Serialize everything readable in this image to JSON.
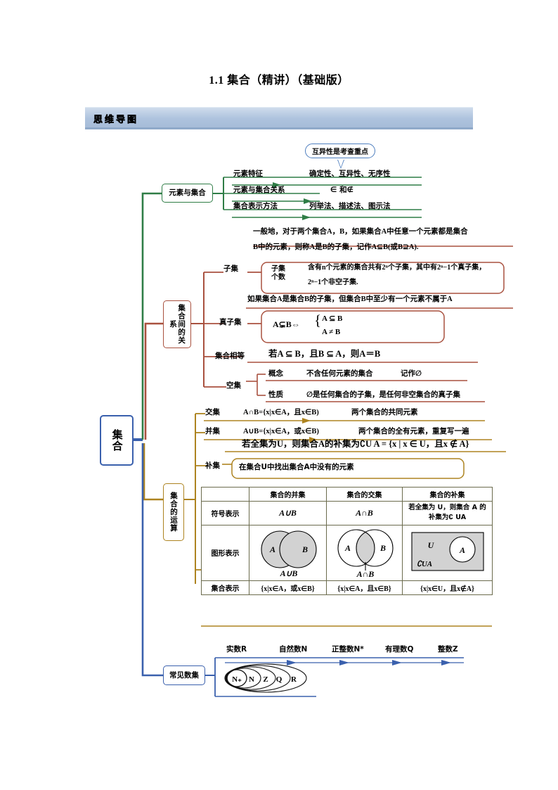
{
  "document": {
    "title": "1.1  集合（精讲）（基础版）",
    "banner_label": "思维导图"
  },
  "mindmap": {
    "root": "集合",
    "callout": "互异性是考查重点",
    "branches": [
      {
        "id": "elements",
        "label": "元素与集合",
        "color": "#2f7d46",
        "rows": [
          {
            "key": "元素特征",
            "value": "确定性、互异性、无序性"
          },
          {
            "key": "元素与集合关系",
            "value": "∈ 和∉"
          },
          {
            "key": "集合表示方法",
            "value": "列举法、描述法、图示法"
          }
        ]
      },
      {
        "id": "relations",
        "label": "集合间的关系",
        "color": "#a9513f",
        "subset": {
          "label": "子集",
          "definition_line1": "一般地，对于两个集合A，B，如果集合A中任意一个元素都是集合",
          "definition_line2": "B中的元素，则称A是B的子集，记作A⊆B(或B⊇A).",
          "count_label": "子集\n个数",
          "count_line1": "含有n个元素的集合共有2ⁿ个子集，其中有2ⁿ−1个真子集，",
          "count_line2": "2ⁿ−1个非空子集."
        },
        "proper_subset": {
          "label": "真子集",
          "definition": "如果集合A是集合B的子集，但集合B中至少有一个元素不属于A",
          "formula_left": "A⊊B⇔",
          "formula_top": "A ⊆ B",
          "formula_bottom": "A ≠ B"
        },
        "equal": {
          "label": "集合相等",
          "value": "若A ⊆ B，且B ⊆ A，则A＝B"
        },
        "empty": {
          "label": "空集",
          "rows": [
            {
              "key": "概念",
              "value": "不含任何元素的集合",
              "extra": "记作∅"
            },
            {
              "key": "性质",
              "value": "∅是任何集合的子集，是任何非空集合的真子集"
            }
          ]
        }
      },
      {
        "id": "operations",
        "label": "集合的运算",
        "color": "#ad8320",
        "rows": [
          {
            "key": "交集",
            "formula": "A∩B={x|x∈A，且x∈B)",
            "note": "两个集合的共同元素"
          },
          {
            "key": "并集",
            "formula": "A∪B={x|x∈A，或x∈B)",
            "note": "两个集合的全有元素，重复写一遍"
          }
        ],
        "complement": {
          "label": "补集",
          "line1": "若全集为U，则集合A的补集为∁U A = {x | x ∈ U，且x ∉ A}",
          "line2": "在集合U中找出集合A中没有的元素"
        }
      },
      {
        "id": "numbersets",
        "label": "常见数集",
        "color": "#3a60ad",
        "items": [
          "实数R",
          "自然数N",
          "正整数N*",
          "有理数Q",
          "整数Z"
        ],
        "nested": [
          "N₊",
          "N",
          "Z",
          "Q",
          "R"
        ]
      }
    ]
  },
  "table": {
    "headers": [
      "",
      "集合的并集",
      "集合的交集",
      "集合的补集"
    ],
    "rows": [
      {
        "label": "符号表示",
        "union": "A∪B",
        "intersect": "A∩B",
        "complement_line1": "若全集为 U，则集合 A 的",
        "complement_line2": "补集为∁ UA"
      },
      {
        "label": "图形表示",
        "union_caption": "A∪B",
        "union_left": "A",
        "union_right": "B",
        "intersect_caption": "A∩B",
        "intersect_left": "A",
        "intersect_right": "B",
        "complement_universe": "U",
        "complement_set": "A",
        "complement_label": "∁UA"
      },
      {
        "label": "集合表示",
        "union": "{x|x∈A，或x∈B}",
        "intersect": "{x|x∈A，且x∈B}",
        "complement": "{x|x∈U，且x∉A}"
      }
    ]
  }
}
